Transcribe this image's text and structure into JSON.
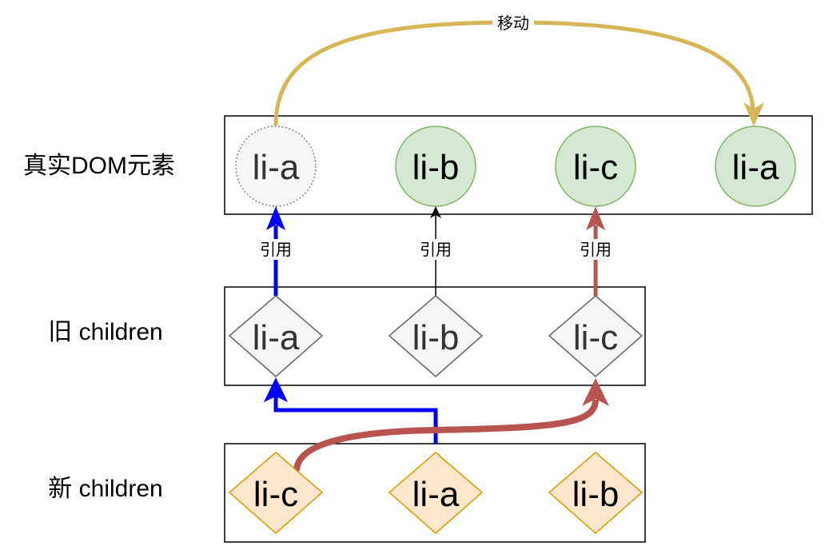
{
  "rows": {
    "real_dom": {
      "label": "真实DOM元素"
    },
    "old_children": {
      "label": "旧 children"
    },
    "new_children": {
      "label": "新 children"
    }
  },
  "real_dom_nodes": [
    {
      "id": "dom-li-a-old",
      "label": "li-a",
      "style": "ghost"
    },
    {
      "id": "dom-li-b",
      "label": "li-b",
      "style": "normal"
    },
    {
      "id": "dom-li-c",
      "label": "li-c",
      "style": "normal"
    },
    {
      "id": "dom-li-a-new",
      "label": "li-a",
      "style": "normal"
    }
  ],
  "old_children_nodes": [
    {
      "id": "old-li-a",
      "label": "li-a"
    },
    {
      "id": "old-li-b",
      "label": "li-b"
    },
    {
      "id": "old-li-c",
      "label": "li-c"
    }
  ],
  "new_children_nodes": [
    {
      "id": "new-li-c",
      "label": "li-c"
    },
    {
      "id": "new-li-a",
      "label": "li-a"
    },
    {
      "id": "new-li-b",
      "label": "li-b"
    }
  ],
  "edges": {
    "move": {
      "label": "移动",
      "from": "dom-li-a-old",
      "to": "dom-li-a-new",
      "color": "#d6b656"
    },
    "ref_a": {
      "label": "引用",
      "from": "old-li-a",
      "to": "dom-li-a-old",
      "color": "#0000ff"
    },
    "ref_b": {
      "label": "引用",
      "from": "old-li-b",
      "to": "dom-li-b",
      "color": "#000000"
    },
    "ref_c": {
      "label": "引用",
      "from": "old-li-c",
      "to": "dom-li-c",
      "color": "#b85450"
    },
    "new_a_to_old_a": {
      "from": "new-li-a",
      "to": "old-li-a",
      "color": "#0000ff"
    },
    "new_c_to_old_c": {
      "from": "new-li-c",
      "to": "old-li-c",
      "color": "#b85450"
    }
  },
  "colors": {
    "dom_fill": "#d5e8d4",
    "dom_stroke": "#82b366",
    "ghost_fill": "#f5f5f5",
    "ghost_stroke": "#666666",
    "old_fill": "#f5f5f5",
    "old_stroke": "#666666",
    "new_fill": "#ffe6cc",
    "new_stroke": "#d79b00"
  }
}
